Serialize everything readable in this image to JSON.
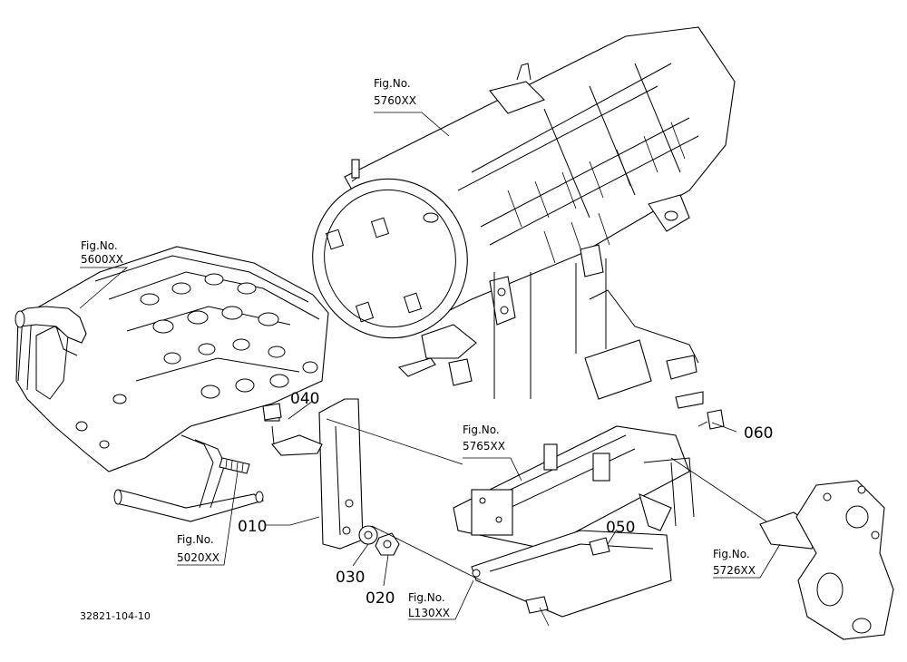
{
  "drawing": {
    "code": "32821-104-10",
    "fig_refs": [
      {
        "line1": "Fig.No.",
        "line2": "5760XX"
      },
      {
        "line1": "Fig.No.",
        "line2": "5600XX"
      },
      {
        "line1": "Fig.No.",
        "line2": "5765XX"
      },
      {
        "line1": "Fig.No.",
        "line2": "5020XX"
      },
      {
        "line1": "Fig.No.",
        "line2": "5726XX"
      },
      {
        "line1": "Fig.No.",
        "line2": "L130XX"
      }
    ],
    "part_numbers": [
      "040",
      "060",
      "010",
      "050",
      "030",
      "020"
    ]
  }
}
